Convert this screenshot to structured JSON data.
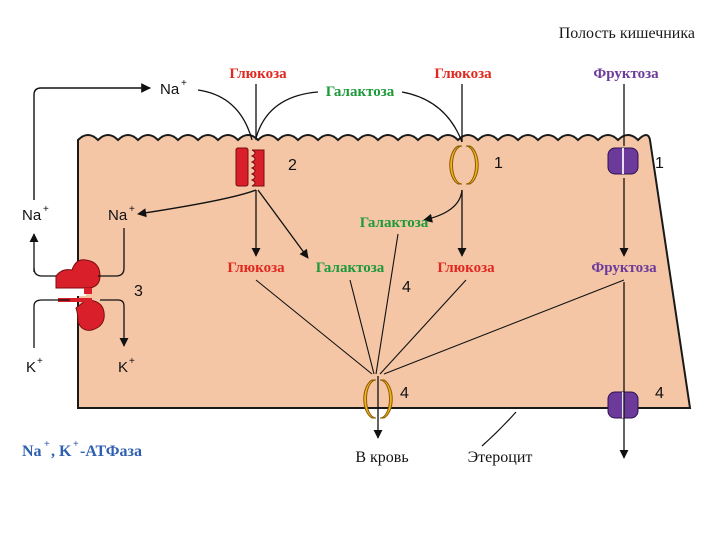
{
  "header": {
    "cavity": "Полость кишечника"
  },
  "ions": {
    "na": "Na⁺",
    "k": "K⁺",
    "na_plain": "Na",
    "k_plain": "K",
    "plus": "+"
  },
  "sugars": {
    "glucose": "Глюкоза",
    "galactose": "Галактоза",
    "fructose": "Фруктоза"
  },
  "transporters": {
    "t1": "1",
    "t2": "2",
    "t3": "3",
    "t4": "4"
  },
  "bottom": {
    "to_blood": "В кровь",
    "enterocyte": "Этероцит",
    "atpase_prefix": "Na",
    "atpase_mid": ", K",
    "atpase_suffix": "-АТФаза"
  },
  "colors": {
    "cell": "#f4c6a6",
    "cell_border": "#1a1a1a",
    "glucose": "#e0281f",
    "galactose": "#1d9a3a",
    "fructose": "#6b3a9a",
    "atpase_text": "#2f5fb0",
    "pump": "#d91f2a",
    "gate": "#f2b320"
  }
}
